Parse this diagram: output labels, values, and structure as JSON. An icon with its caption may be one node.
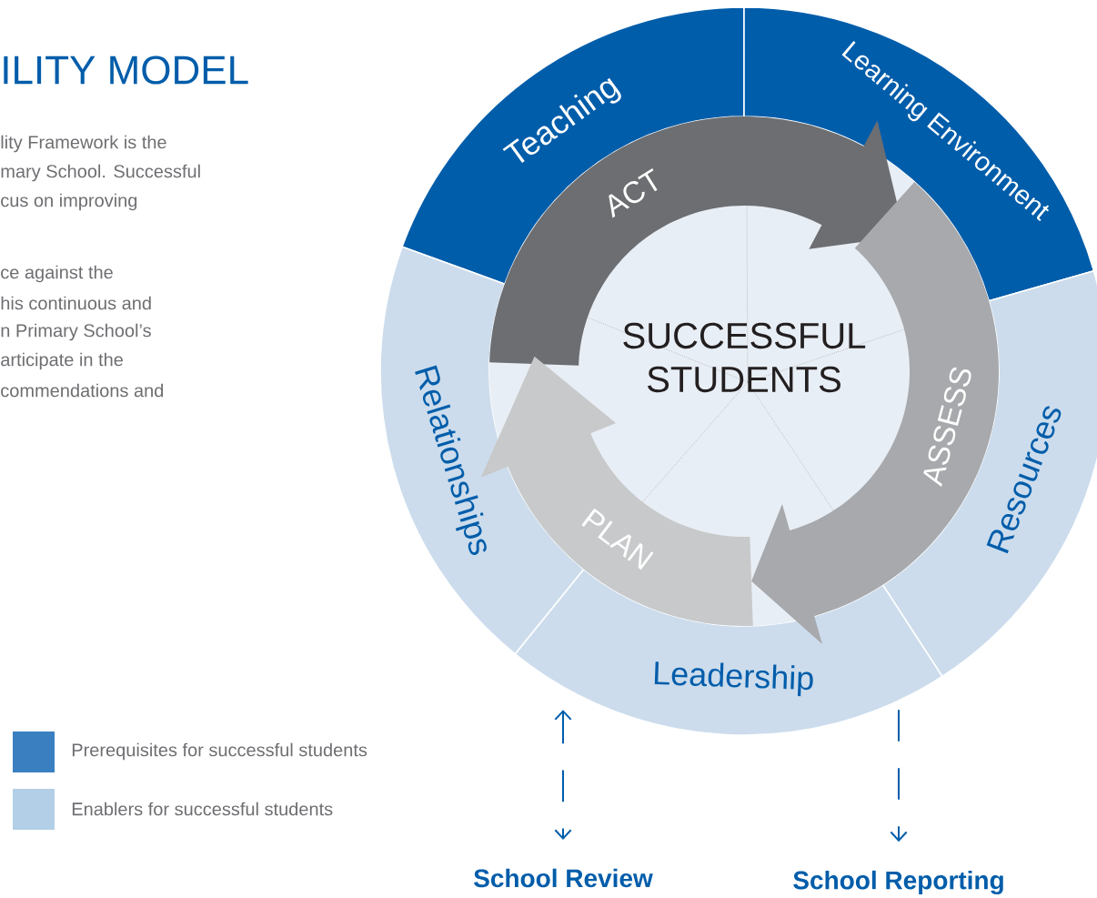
{
  "diagram": {
    "title": "ILITY MODEL",
    "nodes": [
      {
        "text": [
          "Teaching"
        ]
      },
      {
        "text": [
          "Learning Environment"
        ]
      },
      {
        "text": [
          "Resources"
        ]
      },
      {
        "text": [
          "Leadership"
        ]
      },
      {
        "text": [
          "Relationships"
        ]
      },
      {
        "text": [
          "SUCCESSFUL STUDENTS"
        ]
      },
      {
        "text": [
          "ACT"
        ],
        "in": 5
      },
      {
        "text": [
          "ASSESS"
        ],
        "in": 5
      },
      {
        "text": [
          "PLAN"
        ],
        "in": 5
      },
      {
        "text": [
          "School Review"
        ]
      },
      {
        "text": [
          "School Reporting"
        ]
      }
    ],
    "edges": [
      {
        "from": 3,
        "to": 9,
        "arrow": "both",
        "style": "dashed"
      },
      {
        "from": 3,
        "to": 10,
        "arrow": "to",
        "style": "dashed"
      }
    ],
    "labels": [
      "lity Framework is the",
      "mary School. Successful",
      "cus on improving",
      "ce against the",
      "his continuous and",
      "n Primary School’s",
      "articipate in the",
      "commendations and"
    ],
    "legend": [
      {
        "text": "Prerequisites for successful students",
        "color": "#3a80c1"
      },
      {
        "text": "Enablers for successful students",
        "color": "#b3cfe7"
      }
    ]
  }
}
